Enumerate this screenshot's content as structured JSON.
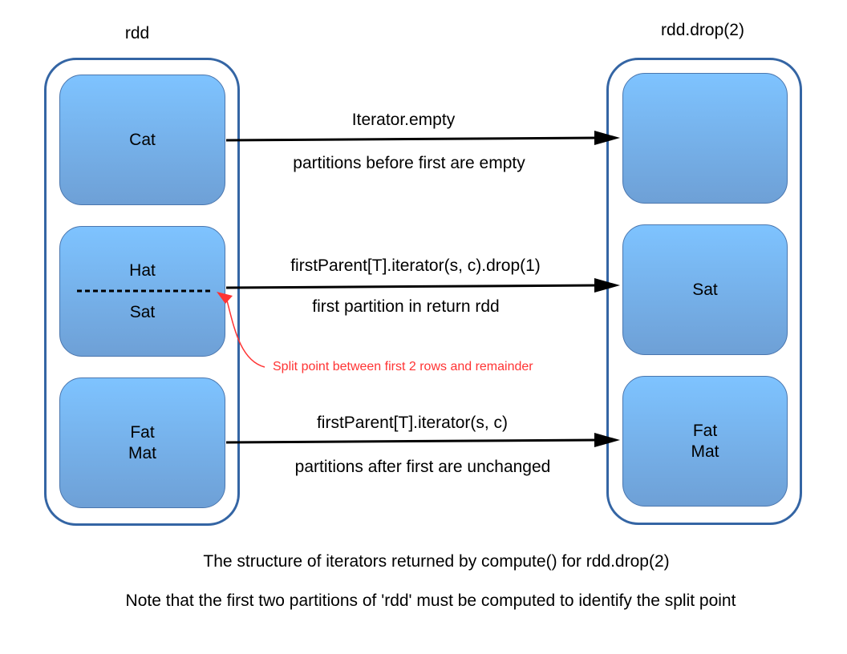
{
  "left": {
    "title": "rdd",
    "partitions": [
      {
        "rows": "Cat"
      },
      {
        "row_before": "Hat",
        "row_after": "Sat"
      },
      {
        "rows": "Fat\nMat"
      }
    ]
  },
  "right": {
    "title": "rdd.drop(2)",
    "partitions": [
      {
        "rows": ""
      },
      {
        "rows": "Sat"
      },
      {
        "rows": "Fat\nMat"
      }
    ]
  },
  "arrows": [
    {
      "above": "Iterator.empty",
      "below": "partitions before first are empty"
    },
    {
      "above": "firstParent[T].iterator(s, c).drop(1)",
      "below": "first partition in return rdd"
    },
    {
      "above": "firstParent[T].iterator(s, c)",
      "below": "partitions after first are unchanged"
    }
  ],
  "split_note": "Split point between first 2 rows and remainder",
  "caption": "The structure of iterators returned by compute() for rdd.drop(2)",
  "note": "Note that the first two partitions of 'rdd' must be computed to identify the split point",
  "colors": {
    "container_border": "#3465a4",
    "arrow": "#000000",
    "split_note": "#ff3333"
  }
}
